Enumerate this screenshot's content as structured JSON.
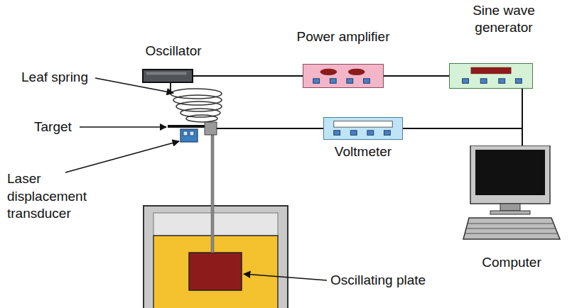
{
  "diagram": {
    "nodes": [
      {
        "text": [
          "Oscillator"
        ]
      },
      {
        "text": [
          "Power amplifier"
        ]
      },
      {
        "text": [
          "Sine wave generator"
        ]
      },
      {
        "text": [
          "Voltmeter"
        ]
      },
      {
        "text": [
          "Computer"
        ]
      }
    ],
    "edges": [
      {
        "from": 0,
        "to": 1,
        "arrow": "none"
      },
      {
        "from": 1,
        "to": 2,
        "arrow": "none"
      },
      {
        "from": 2,
        "to": 4,
        "arrow": "none"
      },
      {
        "from": 3,
        "to": 4,
        "arrow": "none"
      }
    ],
    "labels": [
      "Leaf spring",
      "Target",
      "Laser displacement transducer",
      "Oscillating plate"
    ]
  }
}
